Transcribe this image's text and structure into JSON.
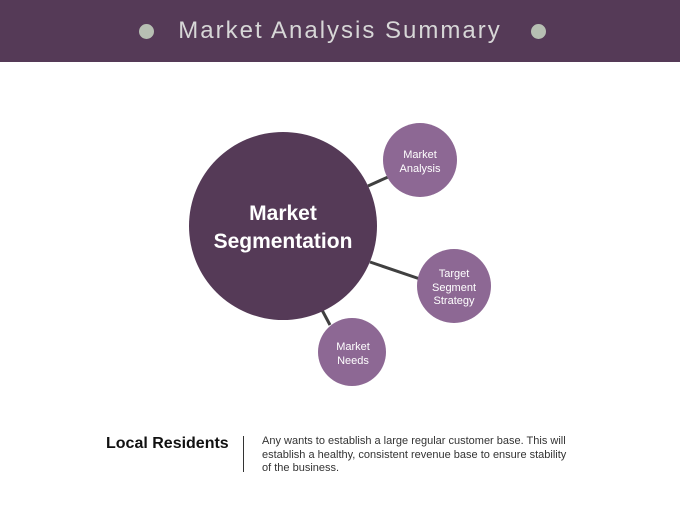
{
  "header": {
    "title": "Market Analysis Summary"
  },
  "diagram": {
    "center": {
      "line1": "Market",
      "line2": "Segmentation"
    },
    "nodes": [
      {
        "lines": [
          "Market",
          "Analysis"
        ]
      },
      {
        "lines": [
          "Target",
          "Segment",
          "Strategy"
        ]
      },
      {
        "lines": [
          "Market",
          "Needs"
        ]
      }
    ]
  },
  "footer": {
    "label": "Local Residents",
    "text": "Any wants to establish a large regular customer base. This will establish a healthy, consistent revenue base to ensure stability of the business."
  },
  "colors": {
    "header_bg": "#553a57",
    "center_fill": "#553a57",
    "node_fill": "#8d6894",
    "connector": "#404040"
  }
}
